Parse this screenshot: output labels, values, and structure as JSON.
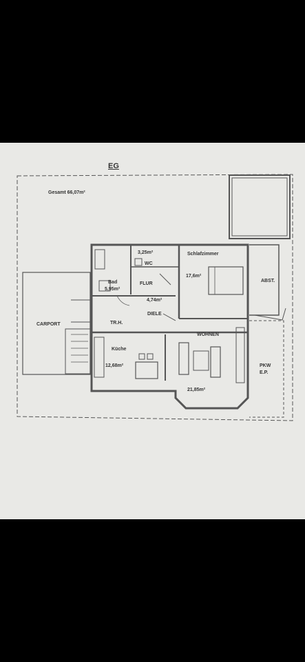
{
  "plan": {
    "title": "EG",
    "total_area": "Gesamt 66,07m²",
    "rooms": {
      "bad_name": "Bad",
      "bad_area": "5,95m²",
      "wc_area": "3,25m²",
      "wc_name": "WC",
      "flur": "FLUR",
      "diele_area": "4,74m²",
      "diele": "DIELE",
      "schlafzimmer_name": "Schlafzimmer",
      "schlafzimmer_area": "17,6m²",
      "abst": "ABST.",
      "carport": "CARPORT",
      "trh": "TR.H.",
      "kueche_name": "Küche",
      "kueche_area": "12,68m²",
      "wohnen_name": "WOHNEN",
      "wohnen_area": "21,85m²",
      "pkw_line1": "PKW",
      "pkw_line2": "E.P."
    }
  }
}
